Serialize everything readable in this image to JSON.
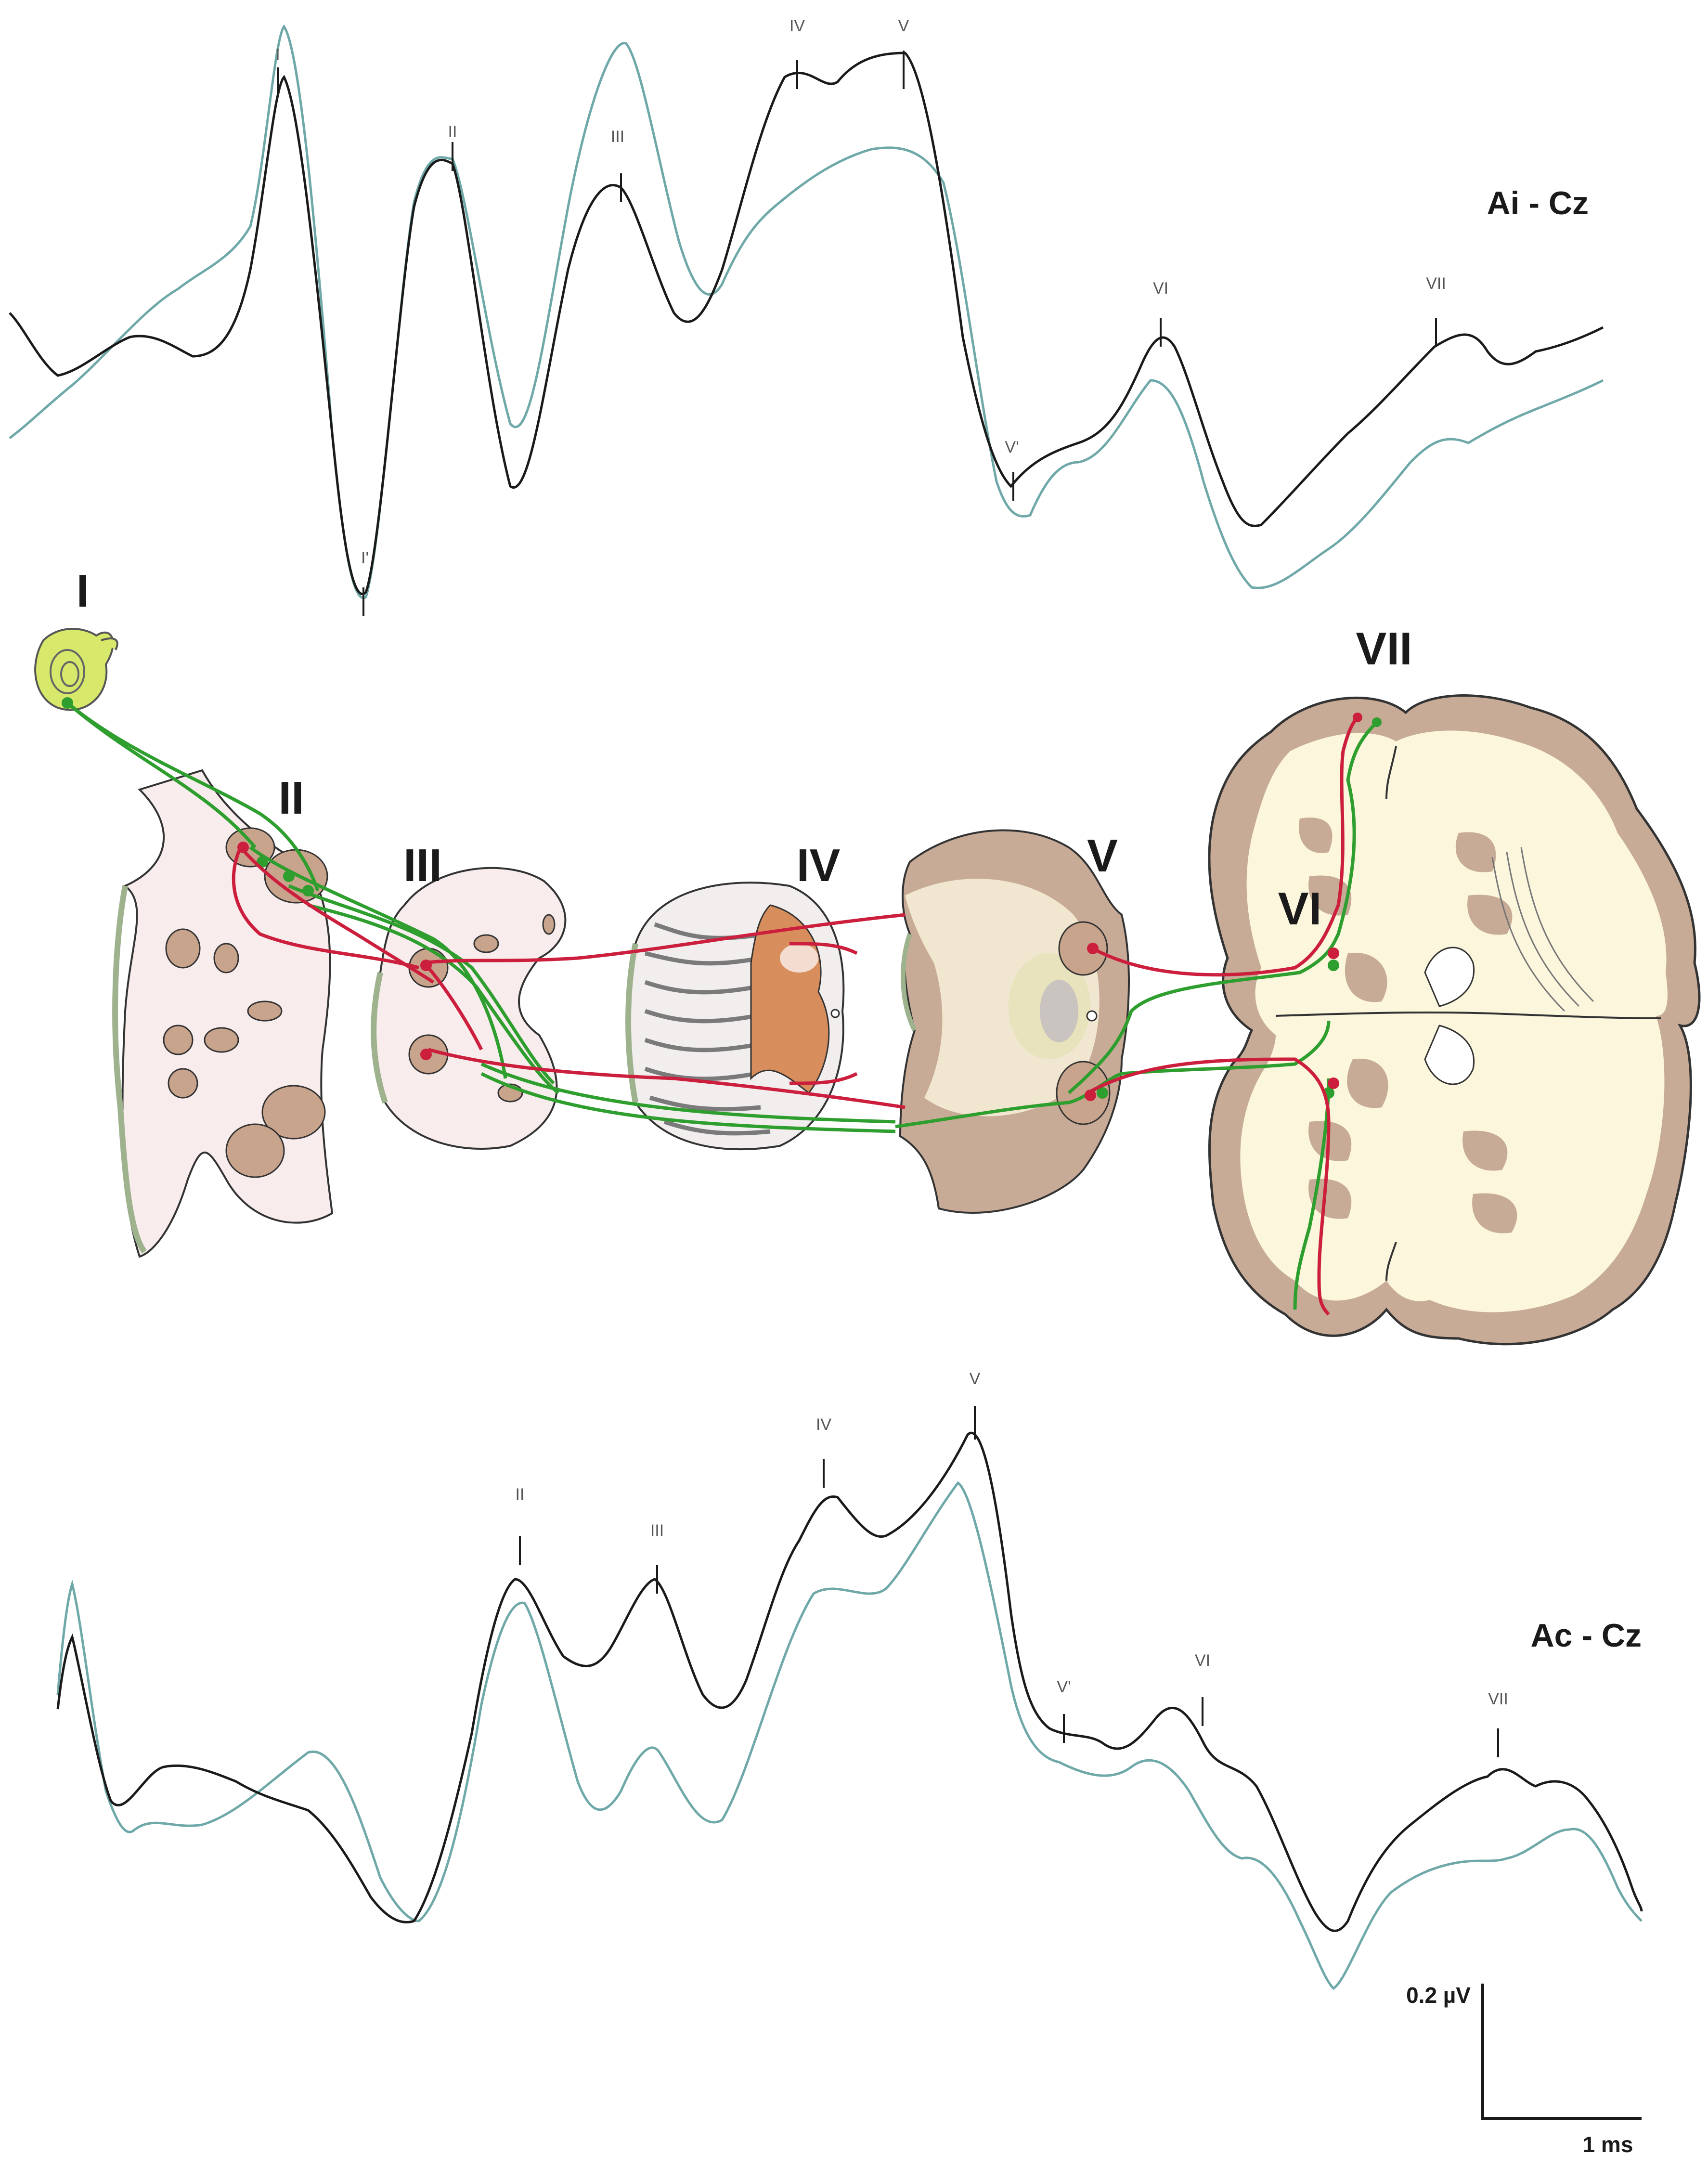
{
  "colors": {
    "trace_black": "#1a1a1a",
    "trace_teal": "#6fa8a8",
    "pathway_green": "#2e9e2e",
    "pathway_red": "#cc1f3d",
    "cochlea_yellow": "#d8e86a",
    "tissue_pink": "#f8ecec",
    "nucleus_brown": "#c9a48c",
    "cortex_brown": "#c7ab97",
    "white_matter": "#fbf6dc"
  },
  "top_panel": {
    "derivation": "Ai - Cz",
    "peaks": [
      "I",
      "II",
      "III",
      "IV",
      "V",
      "VI",
      "VII"
    ],
    "troughs": [
      "I'",
      "V'"
    ]
  },
  "bottom_panel": {
    "derivation": "Ac - Cz",
    "peaks": [
      "II",
      "III",
      "IV",
      "V",
      "VI",
      "VII"
    ],
    "troughs": [
      "V'"
    ]
  },
  "diagram": {
    "generator_labels": [
      "I",
      "II",
      "III",
      "IV",
      "V",
      "VI",
      "VII"
    ],
    "icons": [
      "cochlea-icon",
      "medulla-section-icon",
      "pons-section-icon",
      "midbrain-section-icon",
      "thalamus-section-icon",
      "cerebrum-section-icon"
    ]
  },
  "scale_bar": {
    "amplitude_label": "0.2 µV",
    "time_label": "1 ms"
  }
}
